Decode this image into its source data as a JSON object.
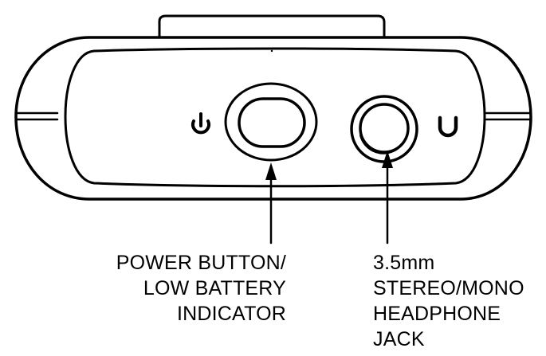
{
  "callouts": {
    "power_button": {
      "lines": [
        "POWER BUTTON/",
        "LOW BATTERY",
        "INDICATOR"
      ]
    },
    "headphone_jack": {
      "lines": [
        "3.5mm",
        "STEREO/MONO",
        "HEADPHONE",
        "JACK"
      ]
    }
  },
  "icons": {
    "left": "power-icon",
    "right": "headphone-icon"
  },
  "colors": {
    "line": "#000000",
    "background": "#ffffff"
  }
}
